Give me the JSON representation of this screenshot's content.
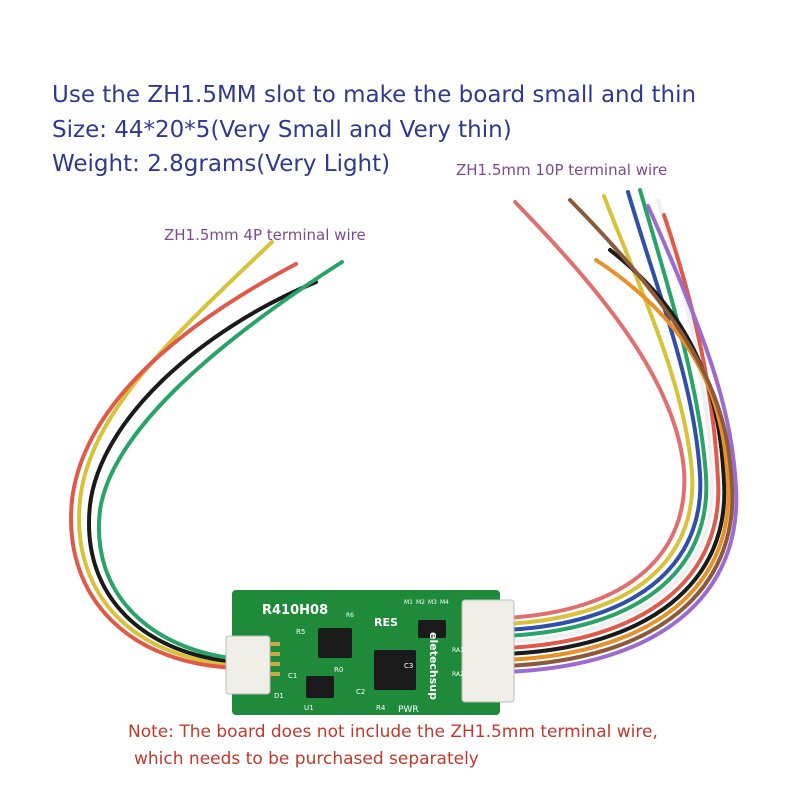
{
  "headline": {
    "line1": "Use the ZH1.5MM slot to make the board small and thin",
    "line2": "Size: 44*20*5(Very Small and Very thin)",
    "line3": "Weight: 2.8grams(Very Light)"
  },
  "wire_labels": {
    "ten_pin": "ZH1.5mm 10P terminal wire",
    "four_pin": "ZH1.5mm 4P terminal wire"
  },
  "note": {
    "line1": "Note: The board does not include the ZH1.5mm terminal wire,",
    "line2": "which needs to be purchased separately"
  },
  "board": {
    "model": "R410H08",
    "brand": "eletechsup",
    "res": "RES",
    "pwr": "PWR",
    "parts": [
      "R5",
      "R0",
      "C1",
      "C2",
      "C3",
      "D1",
      "U1",
      "R4",
      "RA1",
      "RA2",
      "M1",
      "M2",
      "M3",
      "M4",
      "R6"
    ]
  },
  "colors": {
    "headline": "#2f3a8f",
    "wire_label": "#7d4a8f",
    "note": "#c0392b",
    "pcb": "#1f8a3a"
  }
}
